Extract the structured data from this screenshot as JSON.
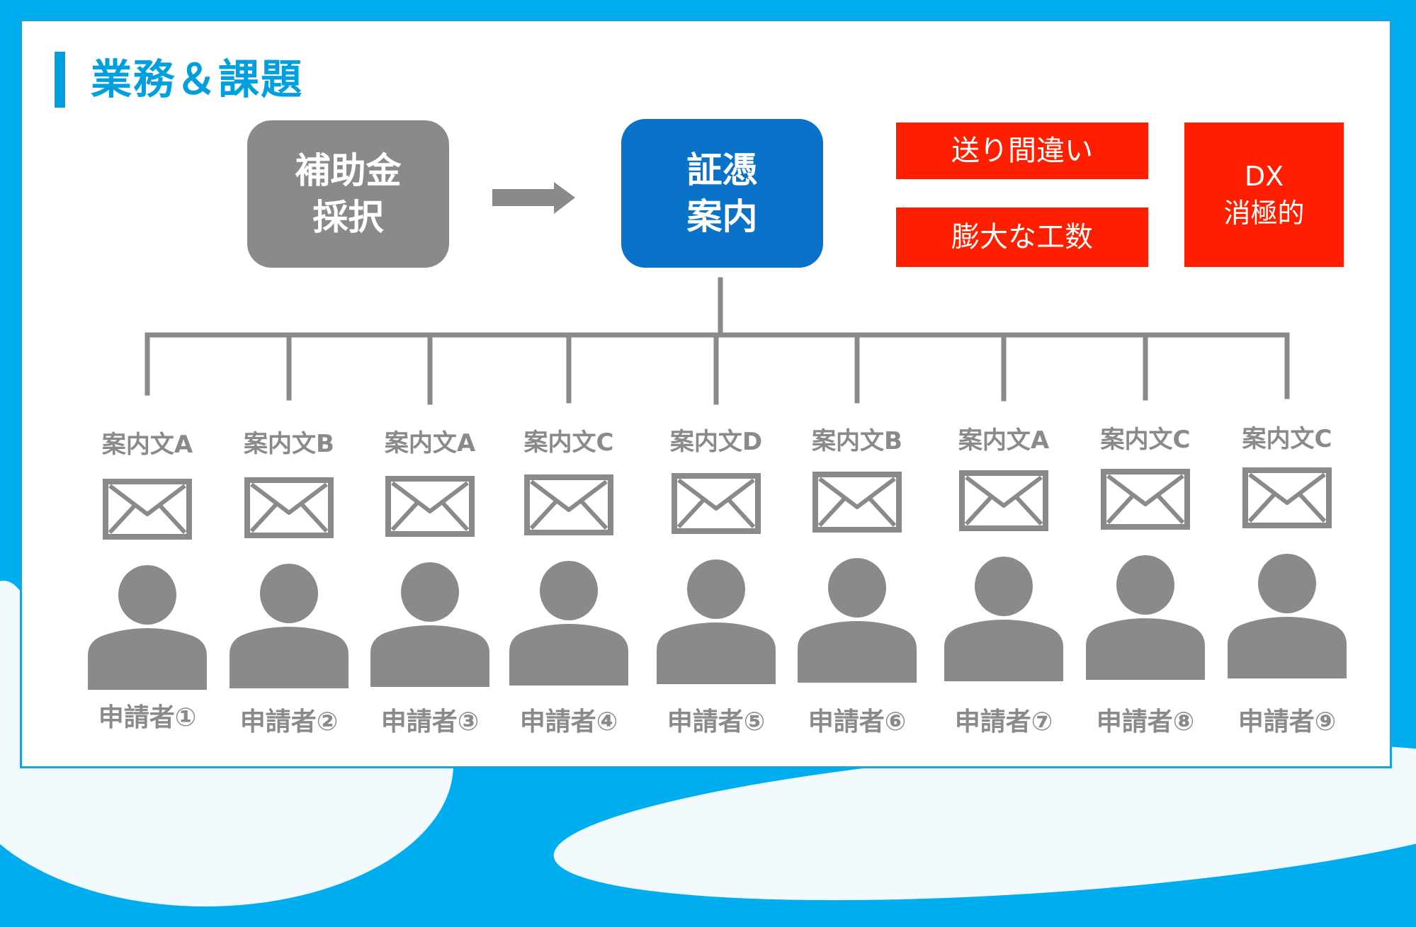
{
  "slide": {
    "title": "業務＆課題",
    "colors": {
      "background": "#00AEEF",
      "accent": "#00A0E0",
      "gray_node": "#8A8A8A",
      "blue_node": "#0A73C9",
      "issue_red": "#FF1E00",
      "icon_gray": "#8A8A8A"
    }
  },
  "flow": {
    "source_node": "補助金\n採択",
    "arrow_icon": "right-arrow-icon",
    "target_node": "証憑\n案内"
  },
  "issues": [
    {
      "label": "送り間違い"
    },
    {
      "label": "膨大な工数"
    },
    {
      "label": "DX\n消極的"
    }
  ],
  "recipients": [
    {
      "doc": "案内文A",
      "applicant": "申請者①"
    },
    {
      "doc": "案内文B",
      "applicant": "申請者②"
    },
    {
      "doc": "案内文A",
      "applicant": "申請者③"
    },
    {
      "doc": "案内文C",
      "applicant": "申請者④"
    },
    {
      "doc": "案内文D",
      "applicant": "申請者⑤"
    },
    {
      "doc": "案内文B",
      "applicant": "申請者⑥"
    },
    {
      "doc": "案内文A",
      "applicant": "申請者⑦"
    },
    {
      "doc": "案内文C",
      "applicant": "申請者⑧"
    },
    {
      "doc": "案内文C",
      "applicant": "申請者⑨"
    }
  ],
  "icons": {
    "document": "envelope-icon",
    "applicant": "person-icon"
  }
}
